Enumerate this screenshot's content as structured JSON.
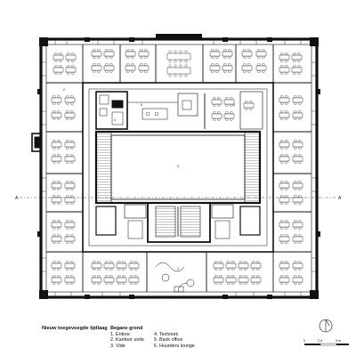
{
  "drawing": {
    "title": "Nieuw toegevoegde tijdlaag",
    "floor": "Begane grond"
  },
  "legend": [
    "1. Entree",
    "2. Kantoor units",
    "3. Vide",
    "4. Techniek",
    "5. Back office",
    "6. Huurders lounge"
  ],
  "room_numbers": [
    "1",
    "2",
    "3",
    "4",
    "5",
    "6"
  ],
  "section_marks": [
    "A",
    "A"
  ],
  "scale_bar": {
    "labels": [
      "0",
      "2.5",
      "5 m"
    ]
  },
  "colors": {
    "ink": "#111111",
    "hatch": "#8a8a8a",
    "paper": "#ffffff"
  }
}
